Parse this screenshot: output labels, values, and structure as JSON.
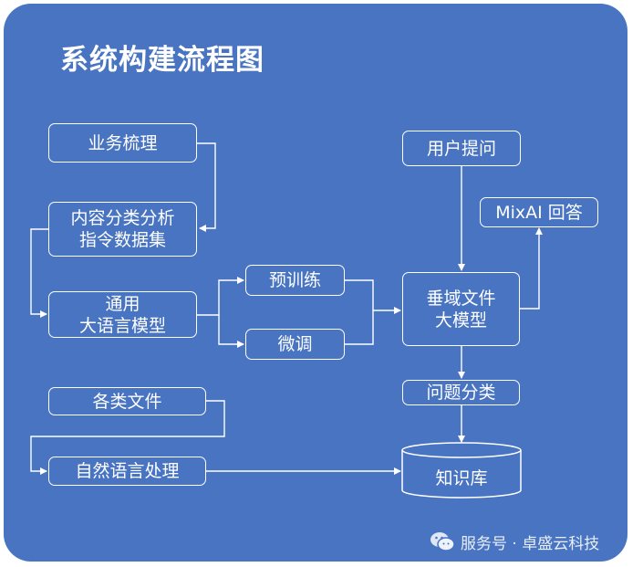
{
  "title": "系统构建流程图",
  "nodes": {
    "business": "业务梳理",
    "classify_line1": "内容分类分析",
    "classify_line2": "指令数据集",
    "general_line1": "通用",
    "general_line2": "大语言模型",
    "pretrain": "预训练",
    "finetune": "微调",
    "user_question": "用户提问",
    "mixai_answer": "MixAI 回答",
    "vertical_line1": "垂域文件",
    "vertical_line2": "大模型",
    "question_classify": "问题分类",
    "files": "各类文件",
    "nlp": "自然语言处理",
    "knowledge_base": "知识库"
  },
  "watermark": {
    "text": "服务号 · 卓盛云科技",
    "icon": "wechat-logo-icon"
  },
  "colors": {
    "panel": "#4874c2",
    "stroke": "#ffffff"
  }
}
